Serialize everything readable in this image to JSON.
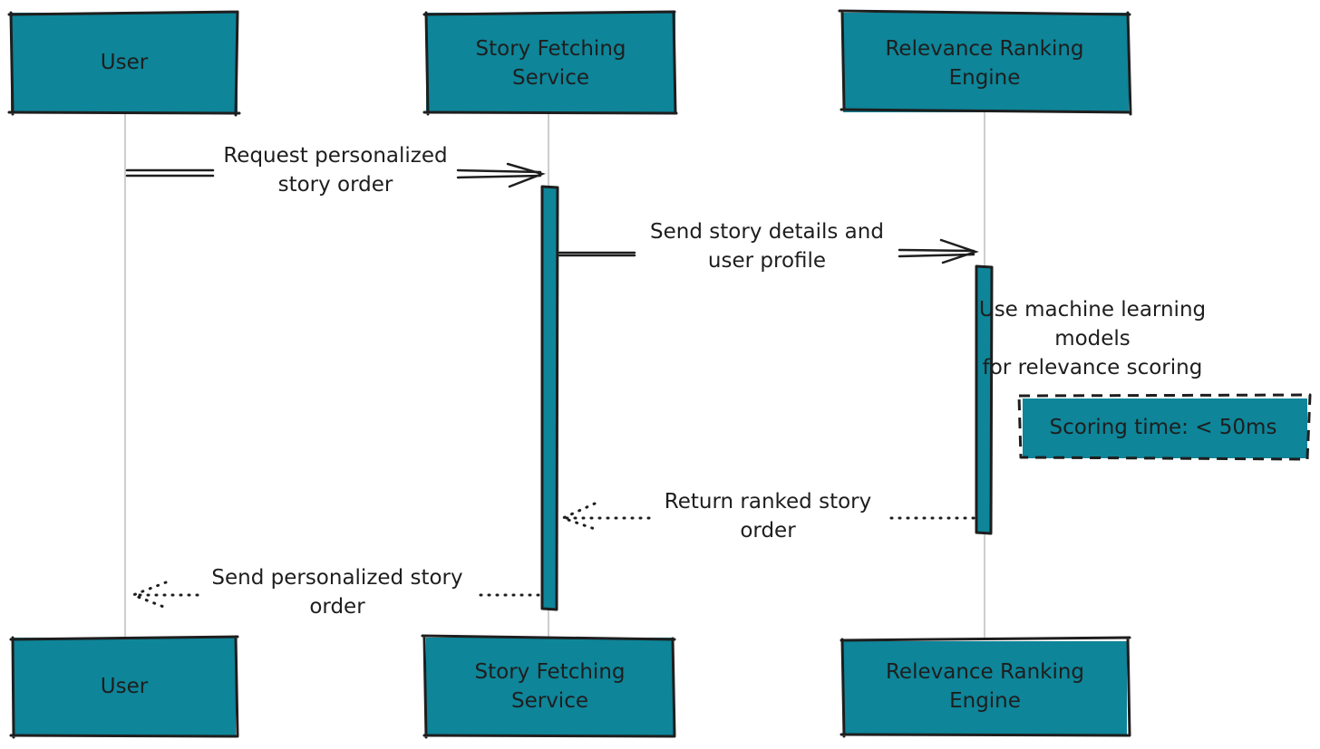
{
  "colors": {
    "participant_fill": "#0e8599",
    "stroke": "#1e1e1e",
    "lifeline": "#bdbdbd",
    "background": "#ffffff"
  },
  "participants": {
    "user": {
      "line1": "User",
      "line2": ""
    },
    "story_fetching": {
      "line1": "Story Fetching",
      "line2": "Service"
    },
    "relevance_ranking": {
      "line1": "Relevance Ranking",
      "line2": "Engine"
    }
  },
  "messages": {
    "m1": {
      "line1": "Request personalized",
      "line2": "story order",
      "style": "solid"
    },
    "m2": {
      "line1": "Send story details and",
      "line2": "user profile",
      "style": "solid"
    },
    "m3": {
      "line1": "Return ranked story",
      "line2": "order",
      "style": "dotted"
    },
    "m4": {
      "line1": "Send personalized story",
      "line2": "order",
      "style": "dotted"
    }
  },
  "self_note": {
    "line1": "Use machine learning",
    "line2": "models",
    "line3": "for relevance scoring"
  },
  "note": {
    "text": "Scoring time: < 50ms"
  }
}
